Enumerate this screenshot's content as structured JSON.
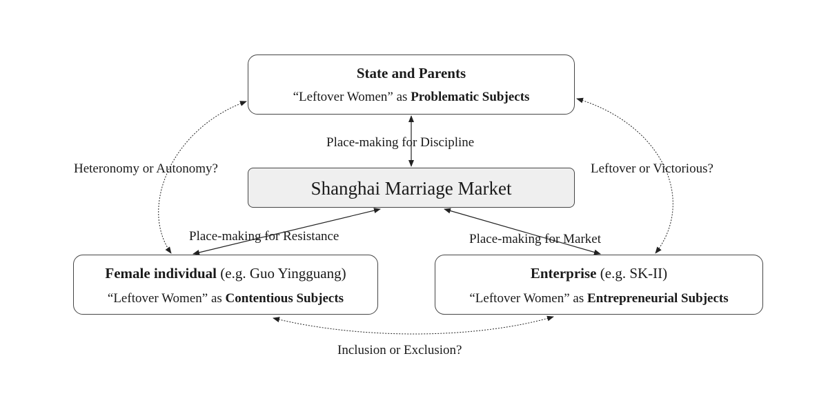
{
  "nodes": {
    "state": {
      "title": "State and Parents",
      "subtitle_prefix": "“Leftover Women” as ",
      "subtitle_bold": "Problematic Subjects"
    },
    "market": {
      "title": "Shanghai  Marriage Market"
    },
    "female": {
      "title_bold": "Female individual",
      "title_rest": " (e.g. Guo Yingguang)",
      "subtitle_prefix": "“Leftover Women” as ",
      "subtitle_bold": "Contentious Subjects"
    },
    "enterprise": {
      "title_bold": "Enterprise",
      "title_rest": " (e.g. SK-II)",
      "subtitle_prefix": "“Leftover Women” as ",
      "subtitle_bold": "Entrepreneurial Subjects"
    }
  },
  "edges": {
    "discipline": "Place-making for Discipline",
    "resistance": "Place-making for Resistance",
    "market": "Place-making for Market",
    "heteronomy": "Heteronomy or Autonomy?",
    "leftover": "Leftover  or Victorious?",
    "inclusion": "Inclusion or Exclusion?"
  },
  "colors": {
    "border": "#444444",
    "market_fill": "#efefef",
    "arrow": "#222222"
  }
}
